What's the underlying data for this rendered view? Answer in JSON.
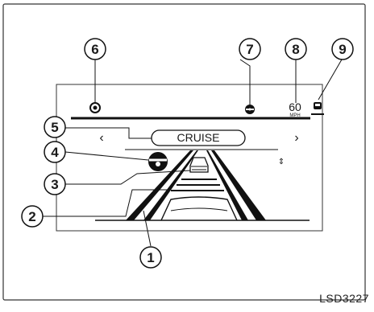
{
  "screen": {
    "mode_label": "CRUISE",
    "speed_value": "60",
    "speed_unit": "MPH",
    "left_arrow": "‹",
    "right_arrow": "›",
    "updown_arrow": "⇕"
  },
  "callouts": [
    "1",
    "2",
    "3",
    "4",
    "5",
    "6",
    "7",
    "8",
    "9"
  ],
  "figure_code": "LSD3227",
  "icons": [
    "steering-assist-icon",
    "vehicle-ahead-icon",
    "distance-bars-icon",
    "lane-lines-icon",
    "own-vehicle-icon",
    "driver-monitor-icon",
    "steering-wheel-small-icon",
    "lane-vehicle-icon"
  ]
}
